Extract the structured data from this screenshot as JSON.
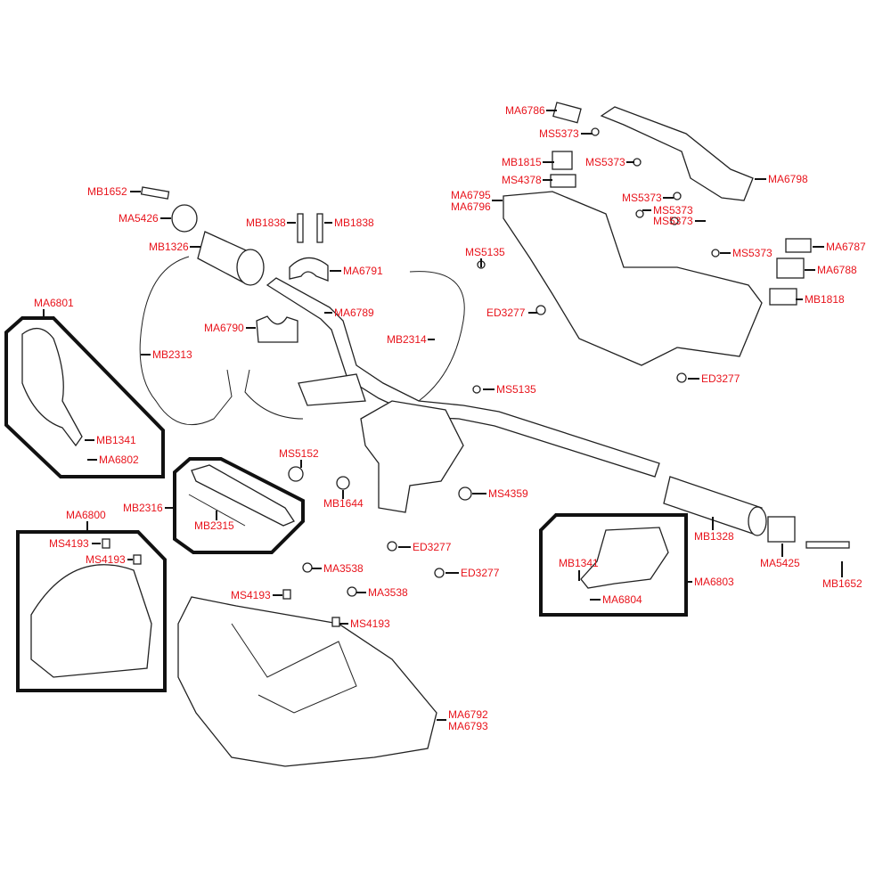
{
  "diagram": {
    "label_color": "#e8141c",
    "labels": [
      "MA6786",
      "MS5373",
      "MB1815",
      "MS5373",
      "MS4378",
      "MA6798",
      "MA6795",
      "MA6796",
      "MS5373",
      "MS5373",
      "MS5373",
      "MA6787",
      "MS5373",
      "MA6788",
      "MB1818",
      "MB1652",
      "MA5426",
      "MB1838",
      "MB1838",
      "MB1326",
      "MA6791",
      "MS5135",
      "MA6801",
      "MA6789",
      "ED3277",
      "MA6790",
      "MB2313",
      "MB2314",
      "ED3277",
      "MS5135",
      "MB1341",
      "MA6802",
      "MS5152",
      "MB1644",
      "MS4359",
      "MB2316",
      "MB2315",
      "MA6800",
      "MS4193",
      "MS4193",
      "ED3277",
      "MB1328",
      "MA5425",
      "MA3538",
      "ED3277",
      "MB1341",
      "MA6803",
      "MB1652",
      "MS4193",
      "MA3538",
      "MA6804",
      "MS4193",
      "MA6792",
      "MA6793"
    ]
  }
}
